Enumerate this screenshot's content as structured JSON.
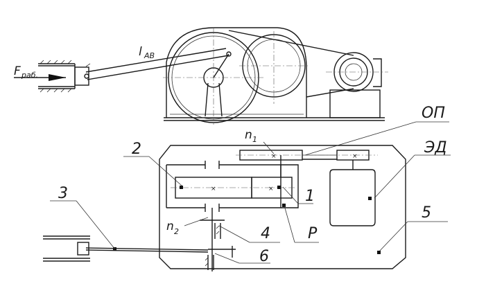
{
  "labels": {
    "force_main": "F",
    "force_sub": "раб.",
    "length_main": "l",
    "length_sub": "AB",
    "op": "ОП",
    "n1_main": "n",
    "n1_sub": "1",
    "ed": "ЭД",
    "two": "2",
    "one": "1",
    "three": "3",
    "five": "5",
    "four": "4",
    "n2_main": "n",
    "n2_sub": "2",
    "p": "P",
    "six": "6"
  },
  "marks": {
    "small_cross": "×"
  }
}
